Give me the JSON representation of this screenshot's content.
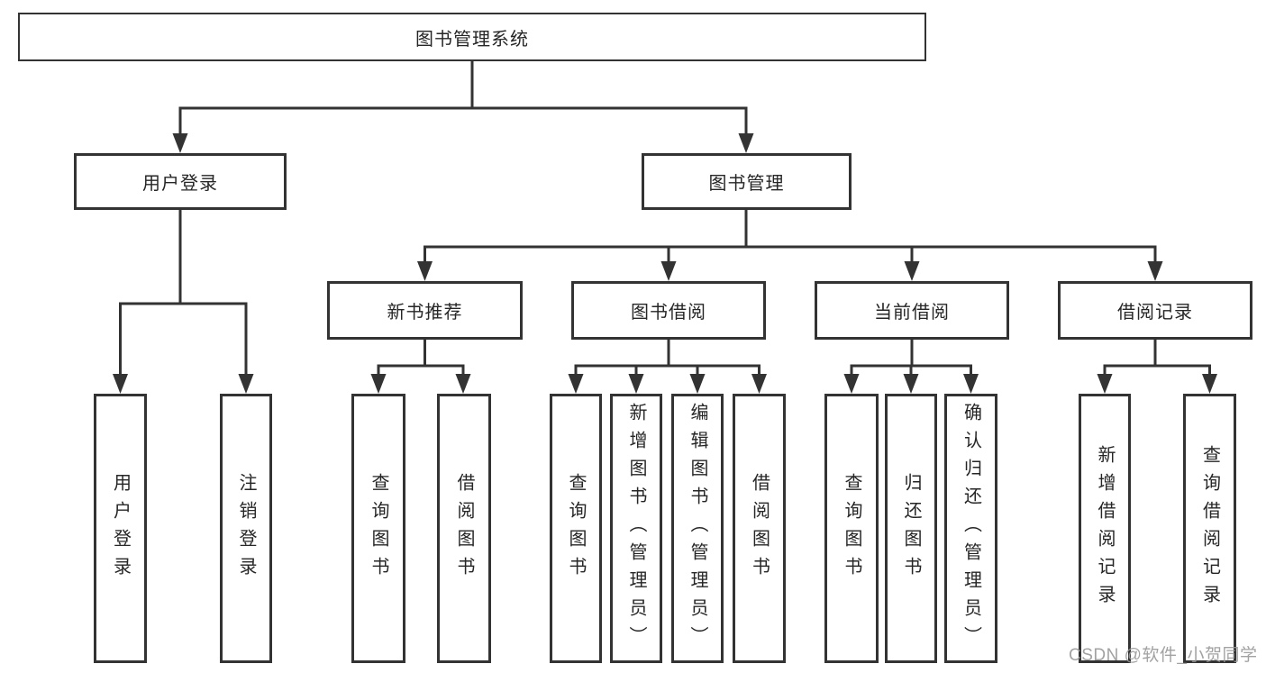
{
  "tree": {
    "root": {
      "label": "图书管理系统",
      "children": [
        {
          "label": "用户登录",
          "children": [
            {
              "label": "用户登录"
            },
            {
              "label": "注销登录"
            }
          ]
        },
        {
          "label": "图书管理",
          "children": [
            {
              "label": "新书推荐",
              "children": [
                {
                  "label": "查询图书"
                },
                {
                  "label": "借阅图书"
                }
              ]
            },
            {
              "label": "图书借阅",
              "children": [
                {
                  "label": "查询图书"
                },
                {
                  "label": "新增图书（管理员）"
                },
                {
                  "label": "编辑图书（管理员）"
                },
                {
                  "label": "借阅图书"
                }
              ]
            },
            {
              "label": "当前借阅",
              "children": [
                {
                  "label": "查询图书"
                },
                {
                  "label": "归还图书"
                },
                {
                  "label": "确认归还（管理员）"
                }
              ]
            },
            {
              "label": "借阅记录",
              "children": [
                {
                  "label": "新增借阅记录"
                },
                {
                  "label": "查询借阅记录"
                }
              ]
            }
          ]
        }
      ]
    }
  },
  "watermark": {
    "text": "CSDN @软件_小贺同学"
  },
  "colors": {
    "line": "#333333",
    "box_border": "#333333",
    "text": "#262626",
    "watermark": "#989898",
    "background": "#ffffff"
  }
}
